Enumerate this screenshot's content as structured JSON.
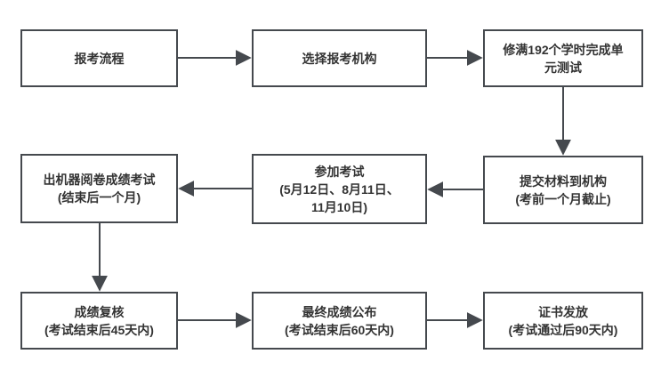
{
  "flow": {
    "background_color": "#ffffff",
    "line_color": "#45494e",
    "text_color": "#333333",
    "nodes": [
      {
        "id": "registration-process",
        "text": "报考流程"
      },
      {
        "id": "choose-institution",
        "text": "选择报考机构"
      },
      {
        "id": "complete-hours",
        "text": "修满192个学时完成单\n元测试"
      },
      {
        "id": "submit-materials",
        "text": "提交材料到机构\n(考前一个月截止)"
      },
      {
        "id": "take-exam",
        "text": "参加考试\n(5月12日、8月11日、\n11月10日)"
      },
      {
        "id": "machine-scoring",
        "text": "出机器阅卷成绩考试\n(结束后一个月)"
      },
      {
        "id": "score-review",
        "text": "成绩复核\n(考试结束后45天内)"
      },
      {
        "id": "final-results",
        "text": "最终成绩公布\n(考试结束后60天内)"
      },
      {
        "id": "certificate-issue",
        "text": "证书发放\n(考试通过后90天内)"
      }
    ],
    "edges": [
      {
        "from": "registration-process",
        "to": "choose-institution"
      },
      {
        "from": "choose-institution",
        "to": "complete-hours"
      },
      {
        "from": "complete-hours",
        "to": "submit-materials"
      },
      {
        "from": "submit-materials",
        "to": "take-exam"
      },
      {
        "from": "take-exam",
        "to": "machine-scoring"
      },
      {
        "from": "machine-scoring",
        "to": "score-review"
      },
      {
        "from": "score-review",
        "to": "final-results"
      },
      {
        "from": "final-results",
        "to": "certificate-issue"
      }
    ]
  }
}
